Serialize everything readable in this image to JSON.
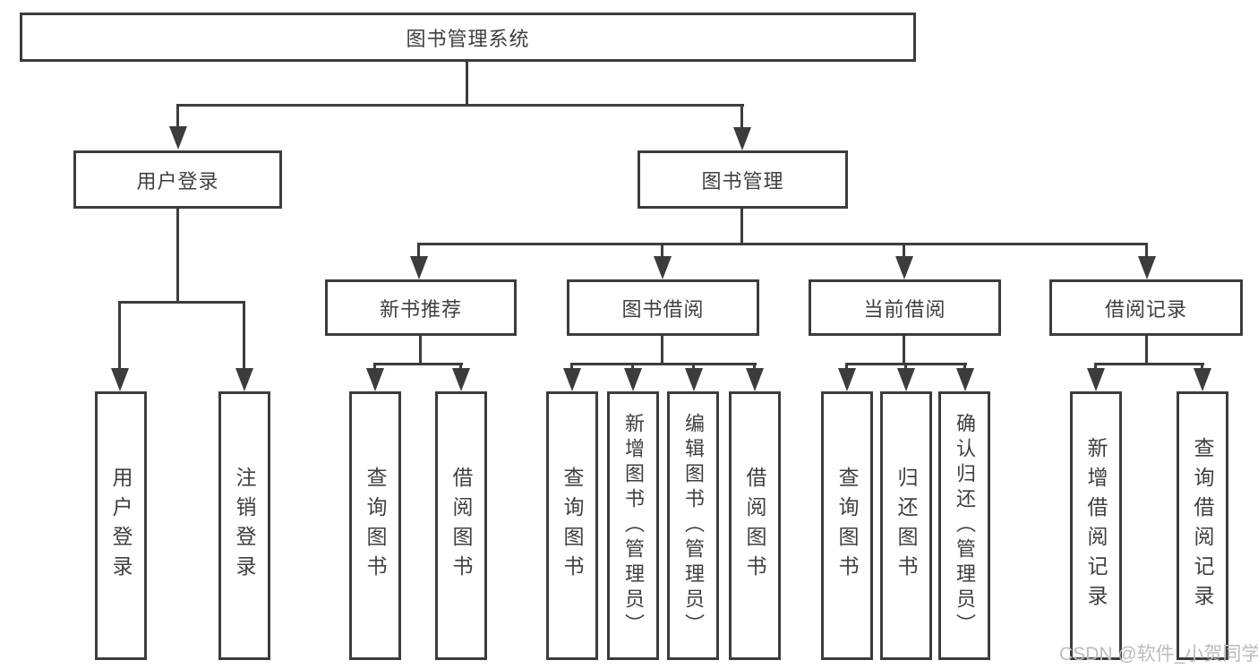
{
  "diagram": {
    "colors": {
      "line": "#3c3c3c",
      "text": "#3f3f3f",
      "watermark": "#bcbcbc",
      "background": "#ffffff"
    },
    "root": {
      "label": "图书管理系统"
    },
    "level2": [
      {
        "label": "用户登录"
      },
      {
        "label": "图书管理"
      }
    ],
    "level3": [
      {
        "label": "新书推荐"
      },
      {
        "label": "图书借阅"
      },
      {
        "label": "当前借阅"
      },
      {
        "label": "借阅记录"
      }
    ],
    "leaves": {
      "user": [
        {
          "label": "用户登录"
        },
        {
          "label": "注销登录"
        }
      ],
      "recommend": [
        {
          "label": "查询图书"
        },
        {
          "label": "借阅图书"
        }
      ],
      "borrowing": [
        {
          "label": "查询图书"
        },
        {
          "label": "新增图书（管理员）"
        },
        {
          "label": "编辑图书（管理员）"
        },
        {
          "label": "借阅图书"
        }
      ],
      "current": [
        {
          "label": "查询图书"
        },
        {
          "label": "归还图书"
        },
        {
          "label": "确认归还（管理员）"
        }
      ],
      "records": [
        {
          "label": "新增借阅记录"
        },
        {
          "label": "查询借阅记录"
        }
      ]
    },
    "watermark": "CSDN @软件_小贺同学"
  }
}
